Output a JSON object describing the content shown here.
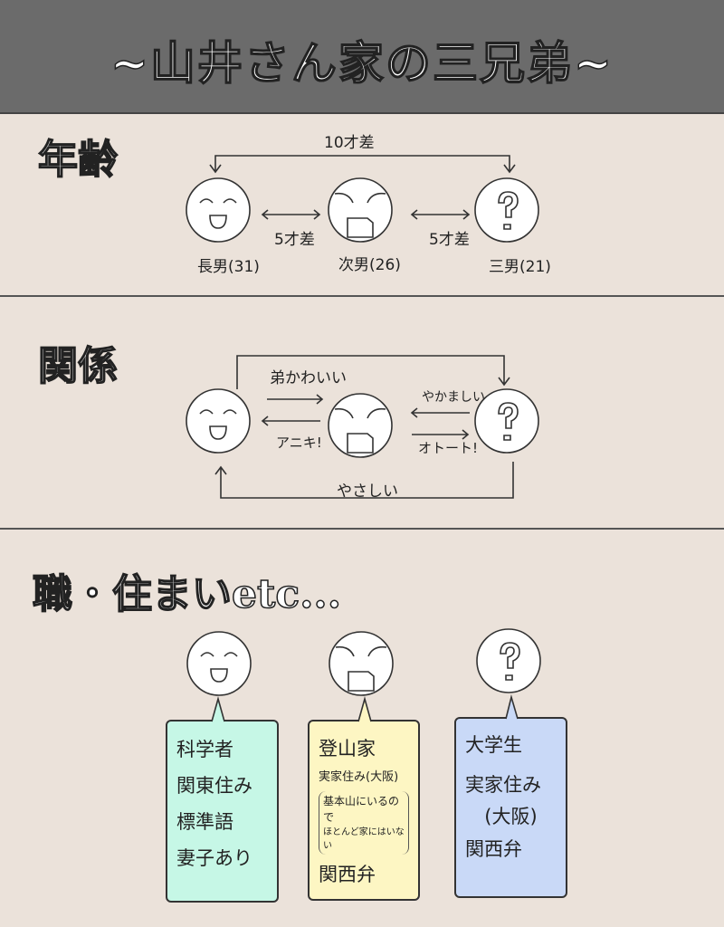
{
  "title": "~山井さん家の三兄弟~",
  "sections": {
    "age": {
      "heading": "年齢",
      "top_gap": "10才差",
      "gap_1_2": "5才差",
      "gap_2_3": "5才差",
      "brothers": [
        "長男(31)",
        "次男(26)",
        "三男(21)"
      ]
    },
    "relation": {
      "heading": "関係",
      "top_arrow": "弟かわいい",
      "yakamashii": "やかましい",
      "aniki": "アニキ!",
      "oto": "オトート!",
      "bottom_arrow": "やさしい"
    },
    "life": {
      "heading": "職・住まいetc...",
      "boxes": [
        {
          "lines": [
            "科学者",
            "関東住み",
            "標準語",
            "妻子あり"
          ],
          "color": "#c6f7e6"
        },
        {
          "lines": [
            "登山家",
            "実家住み(大阪)",
            "基本山にいるので",
            "ほとんど家にはいない",
            "関西弁"
          ],
          "color": "#fdf6c3"
        },
        {
          "lines": [
            "大学生",
            "実家住み",
            "(大阪)",
            "関西弁"
          ],
          "color": "#c9d9f7"
        }
      ]
    }
  },
  "colors": {
    "background": "#ebe2da",
    "header": "#6b6b6b"
  }
}
